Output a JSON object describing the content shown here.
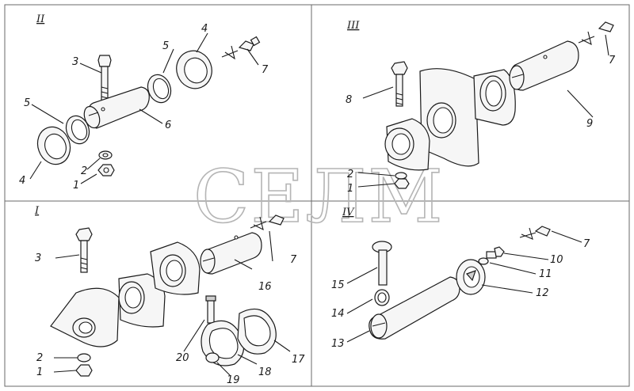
{
  "sections": [
    {
      "id": "I",
      "label": "I"
    },
    {
      "id": "II",
      "label": "II"
    },
    {
      "id": "III",
      "label": "III"
    },
    {
      "id": "IV",
      "label": "IV"
    }
  ],
  "callouts": {
    "sec2": [
      "3",
      "5",
      "4",
      "7",
      "6",
      "5",
      "4",
      "2",
      "1"
    ],
    "sec3": [
      "7",
      "8",
      "9",
      "2",
      "1"
    ],
    "sec1": [
      "3",
      "7",
      "16",
      "2",
      "1",
      "20",
      "18",
      "17",
      "19"
    ],
    "sec4": [
      "7",
      "15",
      "10",
      "11",
      "12",
      "14",
      "13"
    ]
  },
  "watermark": "СЕЛМ"
}
